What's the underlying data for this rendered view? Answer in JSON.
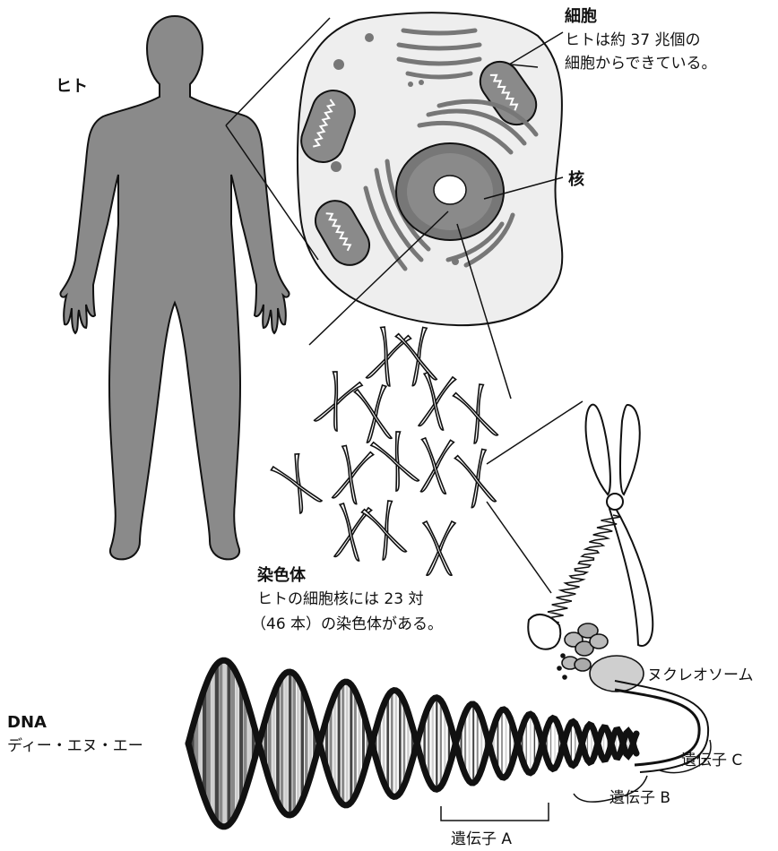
{
  "labels": {
    "human": "ヒト",
    "cell_title": "細胞",
    "cell_desc_1": "ヒトは約 37 兆個の",
    "cell_desc_2": "細胞からできている。",
    "nucleus": "核",
    "chromosome_title": "染色体",
    "chromosome_desc_1": "ヒトの細胞核には 23 対",
    "chromosome_desc_2": "（46 本）の染色体がある。",
    "nucleosome": "ヌクレオソーム",
    "dna_title": "DNA",
    "dna_reading": "ディー・エヌ・エー",
    "gene_a": "遺伝子 A",
    "gene_b": "遺伝子 B",
    "gene_c": "遺伝子 C"
  },
  "colors": {
    "body_gray": "#8a8a8a",
    "cell_fill": "#eeeeee",
    "organelle_gray": "#777777",
    "dark": "#111111",
    "light_bar": "#cfcfcf"
  }
}
